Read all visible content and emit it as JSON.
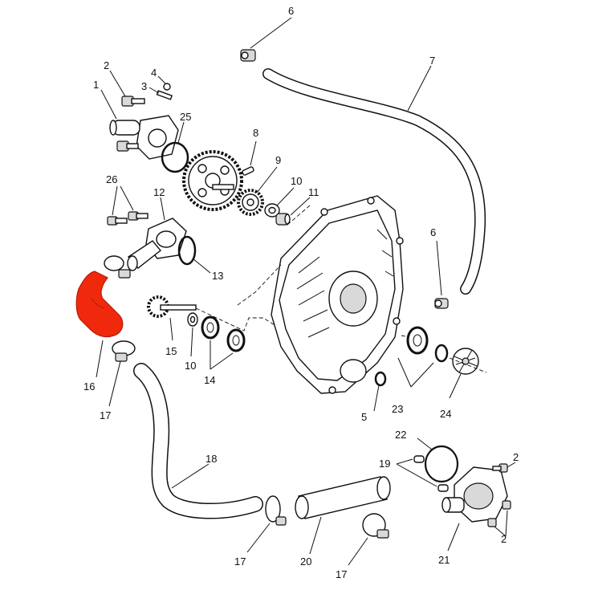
{
  "callouts": [
    {
      "id": "c6a",
      "text": "6"
    },
    {
      "id": "c7",
      "text": "7"
    },
    {
      "id": "c2a",
      "text": "2"
    },
    {
      "id": "c4",
      "text": "4"
    },
    {
      "id": "c3",
      "text": "3"
    },
    {
      "id": "c1",
      "text": "1"
    },
    {
      "id": "c25",
      "text": "25"
    },
    {
      "id": "c8",
      "text": "8"
    },
    {
      "id": "c9",
      "text": "9"
    },
    {
      "id": "c10a",
      "text": "10"
    },
    {
      "id": "c11",
      "text": "11"
    },
    {
      "id": "c26",
      "text": "26"
    },
    {
      "id": "c12",
      "text": "12"
    },
    {
      "id": "c13",
      "text": "13"
    },
    {
      "id": "c6b",
      "text": "6"
    },
    {
      "id": "c15",
      "text": "15"
    },
    {
      "id": "c10b",
      "text": "10"
    },
    {
      "id": "c14",
      "text": "14"
    },
    {
      "id": "c16",
      "text": "16"
    },
    {
      "id": "c17a",
      "text": "17"
    },
    {
      "id": "c5",
      "text": "5"
    },
    {
      "id": "c23",
      "text": "23"
    },
    {
      "id": "c24",
      "text": "24"
    },
    {
      "id": "c22",
      "text": "22"
    },
    {
      "id": "c18",
      "text": "18"
    },
    {
      "id": "c19",
      "text": "19"
    },
    {
      "id": "c2b",
      "text": "2"
    },
    {
      "id": "c2c",
      "text": "2"
    },
    {
      "id": "c17b",
      "text": "17"
    },
    {
      "id": "c20",
      "text": "20"
    },
    {
      "id": "c21",
      "text": "21"
    },
    {
      "id": "c17c",
      "text": "17"
    }
  ],
  "colors": {
    "highlight": "#f0290d",
    "line": "#111111",
    "background": "#ffffff"
  }
}
